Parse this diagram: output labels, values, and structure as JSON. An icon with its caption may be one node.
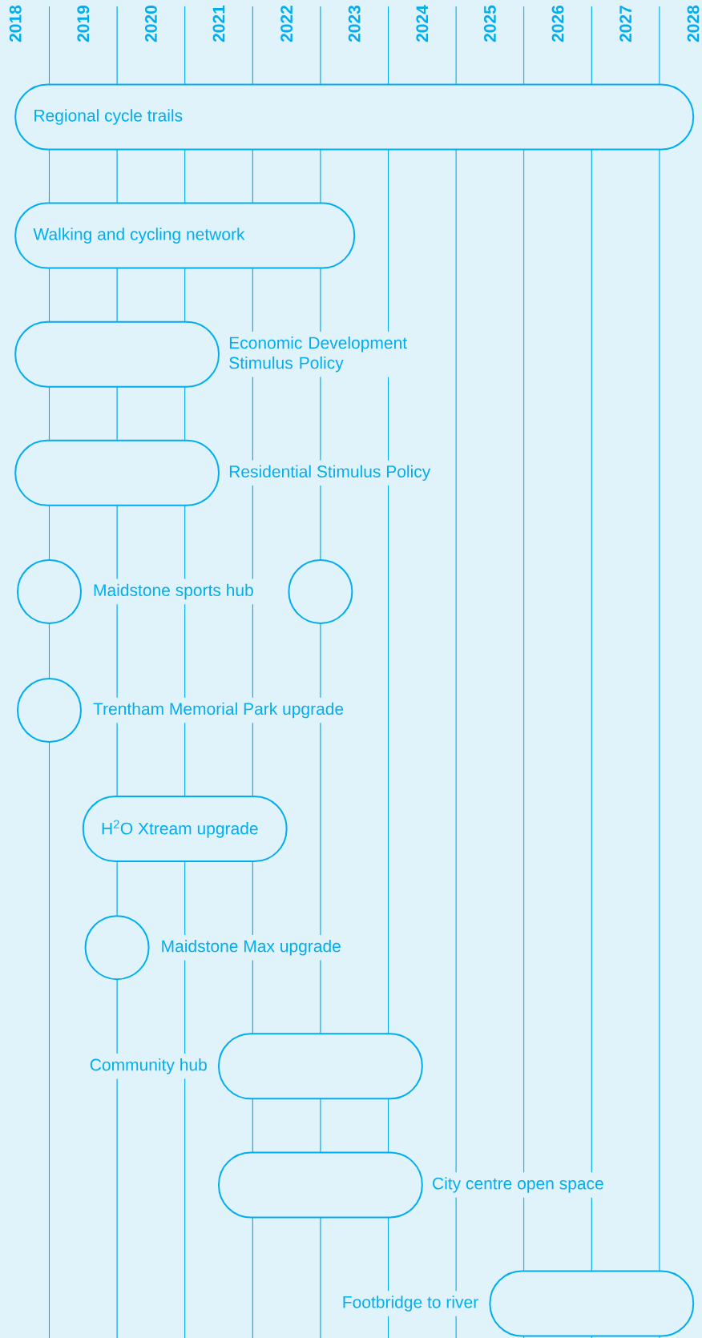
{
  "diagram": {
    "nodes": [
      {
        "text": [
          "Regional cycle trails"
        ]
      },
      {
        "text": [
          "Walking and cycling network"
        ]
      },
      {
        "text": [
          "Economic Development Stimulus Policy"
        ]
      },
      {
        "text": [
          "Residential Stimulus Policy"
        ]
      },
      {
        "text": [
          "Maidstone sports hub"
        ]
      },
      {
        "text": [],
        "shape": "circle"
      },
      {
        "text": [
          "Trentham Memorial Park upgrade"
        ]
      },
      {
        "text": [
          "H$^{2}$O Xtream upgrade"
        ]
      },
      {
        "text": [
          "Maidstone Max upgrade"
        ]
      },
      {
        "text": [
          "Community hub"
        ]
      },
      {
        "text": [
          "City centre open space"
        ]
      },
      {
        "text": [
          "Footbridge to river"
        ]
      }
    ],
    "labels": [
      "2018",
      "2019",
      "2020",
      "2021",
      "2022",
      "2023",
      "2024",
      "2025",
      "2026",
      "2027",
      "2028"
    ]
  }
}
